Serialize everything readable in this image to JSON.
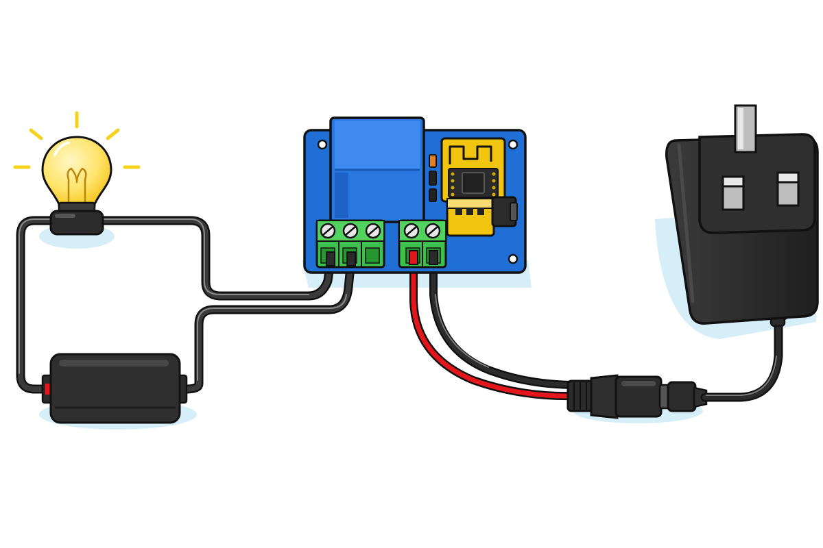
{
  "diagram": {
    "type": "wiring-diagram",
    "components": [
      {
        "name": "light-bulb",
        "state": "lit"
      },
      {
        "name": "inline-driver-box"
      },
      {
        "name": "wifi-relay-module",
        "terminal_blocks": [
          {
            "screws": 3
          },
          {
            "screws": 2
          }
        ]
      },
      {
        "name": "dc-barrel-connector"
      },
      {
        "name": "wall-power-adapter",
        "plug_pins": 3
      }
    ],
    "connections": [
      {
        "from": "light-bulb",
        "to": "wifi-relay-module"
      },
      {
        "from": "light-bulb",
        "to": "inline-driver-box"
      },
      {
        "from": "inline-driver-box",
        "to": "wifi-relay-module"
      },
      {
        "from": "wifi-relay-module",
        "to": "dc-barrel-connector",
        "wire_colors": [
          "red",
          "black"
        ]
      },
      {
        "from": "dc-barrel-connector",
        "to": "wall-power-adapter"
      }
    ],
    "colors": {
      "background": "#ffffff",
      "shadow": "#d5eef8",
      "outline": "#111111",
      "cable": "#2b2b2b",
      "cable_highlight": "#7a7a7a",
      "pcb": "#1f6fd6",
      "relay": "#2a77e0",
      "terminal": "#3cc24a",
      "esp_module": "#f1c40f",
      "bulb_glass": "#ffe46b",
      "bulb_glow": "#f6d21b",
      "red_wire": "#e3171b",
      "device_black": "#2f2f2f"
    }
  }
}
